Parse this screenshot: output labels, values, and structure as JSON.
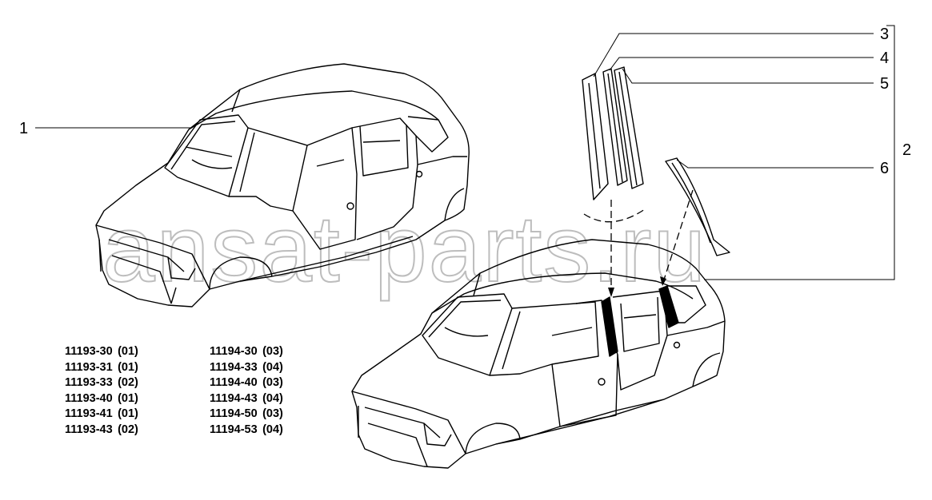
{
  "watermark": "ansat-parts.ru",
  "callouts": [
    "1",
    "2",
    "3",
    "4",
    "5",
    "6"
  ],
  "codes_left": [
    {
      "code": "11193-30",
      "variant": "(01)"
    },
    {
      "code": "11193-31",
      "variant": "(01)"
    },
    {
      "code": "11193-33",
      "variant": "(02)"
    },
    {
      "code": "11193-40",
      "variant": "(01)"
    },
    {
      "code": "11193-41",
      "variant": "(01)"
    },
    {
      "code": "11193-43",
      "variant": "(02)"
    }
  ],
  "codes_right": [
    {
      "code": "11194-30",
      "variant": "(03)"
    },
    {
      "code": "11194-33",
      "variant": "(04)"
    },
    {
      "code": "11194-40",
      "variant": "(03)"
    },
    {
      "code": "11194-43",
      "variant": "(04)"
    },
    {
      "code": "11194-50",
      "variant": "(03)"
    },
    {
      "code": "11194-53",
      "variant": "(04)"
    }
  ]
}
